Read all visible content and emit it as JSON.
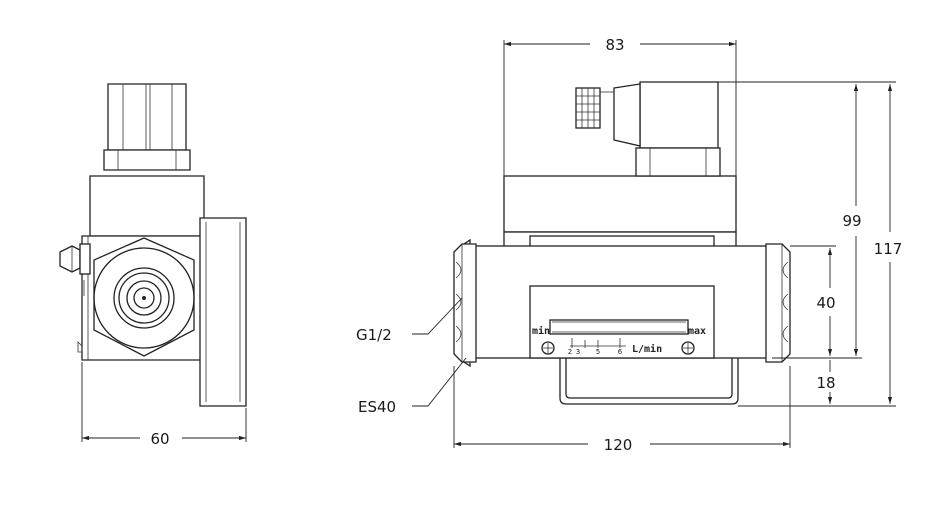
{
  "dimensions": {
    "side_width": "60",
    "top_width": "83",
    "total_length": "120",
    "height_99": "99",
    "height_117": "117",
    "height_40": "40",
    "height_18": "18"
  },
  "callouts": {
    "thread": "G1/2",
    "wrench_size": "ES40"
  },
  "scale": {
    "min_label": "min",
    "max_label": "max",
    "unit_label": "L/min",
    "tick_values": [
      "2",
      "3",
      "5",
      "6"
    ]
  }
}
